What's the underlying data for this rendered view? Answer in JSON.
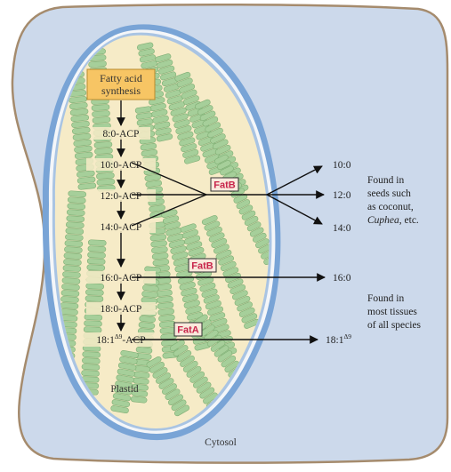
{
  "title_box": {
    "line1": "Fatty acid",
    "line2": "synthesis"
  },
  "acp_intermediates": [
    "8:0-ACP",
    "10:0-ACP",
    "12:0-ACP",
    "14:0-ACP",
    "16:0-ACP",
    "18:0-ACP"
  ],
  "acp_18_1": {
    "base": "18:1",
    "sup": "Δ9",
    "suffix": "-ACP"
  },
  "enzymes": {
    "fatb_upper": "FatB",
    "fatb_lower": "FatB",
    "fata": "FatA"
  },
  "products": [
    "10:0",
    "12:0",
    "14:0",
    "16:0"
  ],
  "product_18_1": {
    "base": "18:1",
    "sup": "Δ9"
  },
  "note_seeds": {
    "l1": "Found in",
    "l2": "seeds such",
    "l3": "as coconut,",
    "l4_italic": "Cuphea",
    "l4_rest": ", etc."
  },
  "note_tissues": {
    "l1": "Found in",
    "l2": "most tissues",
    "l3": "of all species"
  },
  "labels": {
    "plastid": "Plastid",
    "cytosol": "Cytosol"
  },
  "colors": {
    "cell_fill": "#ccd9eb",
    "cell_border": "#a58b6d",
    "envelope_blue": "#79a4d6",
    "plastid_fill": "#f6ebc7",
    "thylakoid": "#a6cf9a",
    "title_box": "#f7c564",
    "enzyme_text": "#c8244a"
  }
}
